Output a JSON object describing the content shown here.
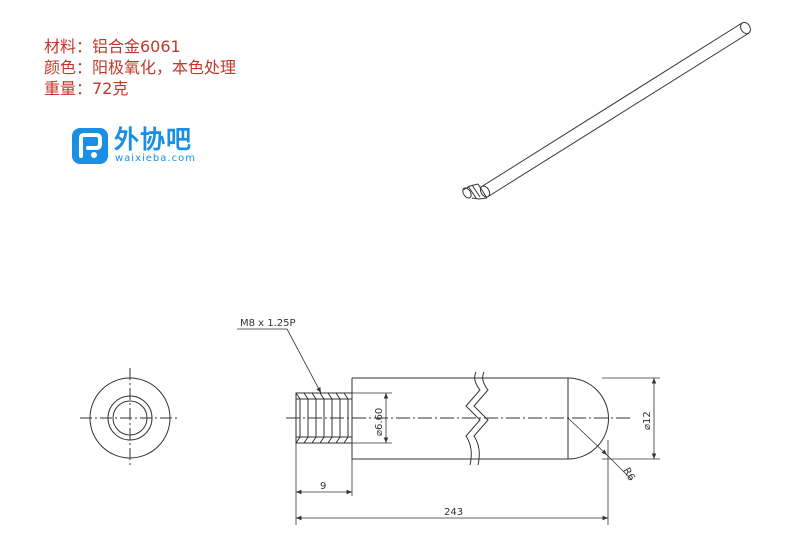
{
  "specs": {
    "material": "材料：铝合金6061",
    "color": "颜色：阳极氧化，本色处理",
    "weight": "重量：72克"
  },
  "logo": {
    "name": "外协吧",
    "url": "waixieba.com",
    "brand_color": "#1a8fe3"
  },
  "dims": {
    "thread_callout": "M8 x 1.25P",
    "diameter_inner": "⌀6.60",
    "diameter_outer": "⌀12",
    "radius": "R6",
    "thread_length": "9",
    "total_length": "243"
  },
  "colors": {
    "spec_text": "#c0392b",
    "line": "#333333"
  }
}
